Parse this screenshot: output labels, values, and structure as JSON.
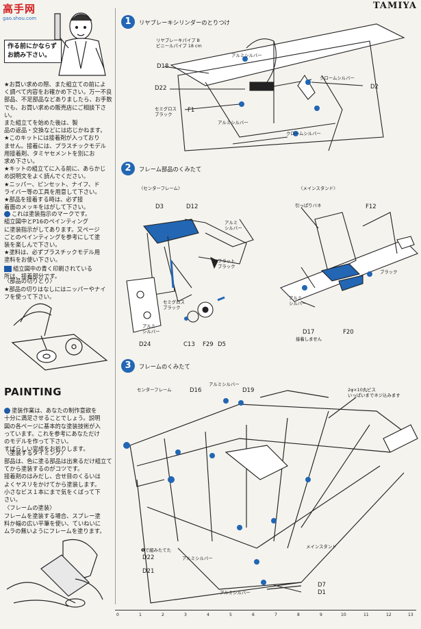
{
  "watermark": {
    "logo": "高手网",
    "url": "gao.shou.com"
  },
  "brand": "TAMIYA",
  "sidebar": {
    "notice_box": "作る前にかならず\nお読み下さい。",
    "instructions": "★お買い求めの際、また組立ての前によ\nく調べて内容をお確かめ下さい。万一不良\n部品、不足部品などありましたら、お手数\nでも、お買い求めの販売店にご相談下さい。\nまた組立てを始めた後は、製\n品の返品・交換などには応じかねます。\n★このキットには接着剤が入っており\nません。接着には、プラスチックモデル\n用接着剤、タミヤセメントを別にお\n求め下さい。\n★キットの組立てに入る前に、あらかじ\nめ説明文をよく読んでください。\n★ニッパー、ピンセット、ナイフ、ド\nライバー等の工具を用意して下さい。\n★部品を接着する時は、必ず接\n着面のメッキをはがして下さい。",
    "paint_mark_note": "これは塗装指示のマークです。\n組立図中とP16のペインティング\nに塗装指示がしてあります。又ページ\nごとのペインティングを参考にして塗\n装を楽しんで下さい。\n★塗料は、必ずプラスチックモデル用\n塗料をお使い下さい。",
    "shaded_note": "組立図中の青く印刷されている\n所は、接着部分です。",
    "parts_cut_title": "〈部品の切りとり〉",
    "parts_cut_text": "★部品の切りはなしにはニッパーやナイ\nフを使って下さい。",
    "painting_heading": "PAINTING",
    "painting_text": "塗装作業は、あなたの制作意欲を\n十分に満足させることでしょう。説明\n図の各ページに基本的な塗装技術が入\nっています。これを参考にあなただけ\nのモデルを作って下さい。\nすばらしい完成をお祈りします。",
    "timing_title": "〈塗装するタイミング〉",
    "timing_text": "部品は、色に塗る部品は出来るだけ組立て\nてから塗装するのがコツです。\n接着剤のはみだし、合せ目のくるいは\nよくヤスリをかけてから塗装します。\n小さなビス１本にまで気をくばって下\nさい。",
    "frame_title": "〈フレームの塗装〉",
    "frame_text": "フレームを塗装する場合、スプレー塗\n料か幅の広い平筆を使い、ていねいに\nムラの無いようにフレームを塗ります。"
  },
  "steps": [
    {
      "number": "1",
      "title": "リヤブレーキシリンダーのとりつけ"
    },
    {
      "number": "2",
      "title": "フレーム部品のくみたて"
    },
    {
      "number": "3",
      "title": "フレームのくみたて"
    }
  ],
  "step1_labels": {
    "pipe": "リヤブレーキパイプ B\nビニールパイプ 18 cm",
    "d18": "D18",
    "d22": "D22",
    "d2": "D2",
    "f1": "F1",
    "alu1": "アルミシルバー",
    "chrome1": "クロームシルバー",
    "semigloss": "セミグロス\nブラック",
    "alu2": "アルミシルバー",
    "chrome2": "クロームシルバー"
  },
  "step2_labels": {
    "center_frame": "〈センターフレーム〉",
    "main_stand": "〈メインスタンド〉",
    "d3": "D3",
    "d12": "D12",
    "alu_a": "アルミ\nシルバー",
    "flat_black": "フラット\nブラック",
    "semigloss_b": "セミグロス\nブラック",
    "alu_b": "アルミ\nシルバー",
    "d24": "D24",
    "c13": "C13",
    "f29": "F29",
    "d5": "D5",
    "spring": "引っぱりバネ",
    "f12": "F12",
    "black": "ブラック",
    "alu_c": "アルミ\nシルバー",
    "d17": "D17",
    "no_glue": "接着しません",
    "f20": "F20"
  },
  "step3_labels": {
    "center_frame": "センターフレーム",
    "d16": "D16",
    "alu_top": "アルミシルバー",
    "d19": "D19",
    "screw_note": "2φ×10丸ビス\nいっぱいまでネジ込みます",
    "assembled": "❺で組みたてた",
    "d22": "D22",
    "d21": "D21",
    "alu_mid": "アルミシルバー",
    "main_stand": "メインスタンド",
    "alu_bot": "アルミシルバー",
    "d7": "D7",
    "d1": "D1"
  },
  "ruler": [
    "0",
    "1",
    "2",
    "3",
    "4",
    "5",
    "6",
    "7",
    "8",
    "9",
    "10",
    "11",
    "12",
    "13"
  ],
  "colors": {
    "accent_blue": "#2266b4",
    "paper": "#f4f3ee",
    "ink": "#1a1a1a",
    "watermark_red": "#d21f1f"
  },
  "icons": [
    "mechanic-illustration",
    "nipper-tool",
    "painting-hand",
    "brake-cylinder-drawing",
    "center-frame-drawing",
    "main-stand-drawing",
    "frame-assembly-drawing"
  ]
}
